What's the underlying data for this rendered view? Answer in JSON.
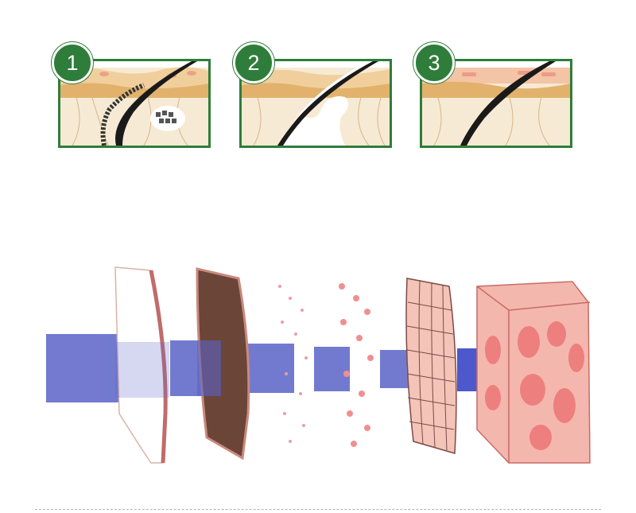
{
  "steps": [
    {
      "number": "1"
    },
    {
      "number": "2"
    },
    {
      "number": "3"
    }
  ],
  "colors": {
    "badge_green": "#2f7d3a",
    "skin": "#f6ead4",
    "fat_band": "#e2b26c",
    "hair": "#1a1a1a",
    "beam": "#5a63c8",
    "tissue_pink": "#f4b7ae",
    "dermis_brown": "#6b4537"
  },
  "icons": [
    "hair-follicle-icon",
    "light-beam-icon",
    "skin-layer-icon"
  ]
}
